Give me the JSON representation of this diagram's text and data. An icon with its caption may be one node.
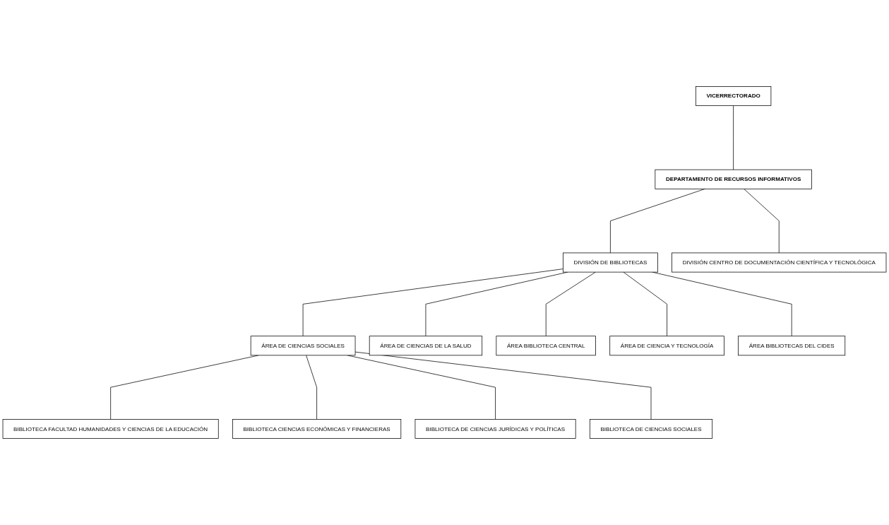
{
  "diagram": {
    "nodes": [
      {
        "text": [
          "VICERRECTORADO"
        ]
      },
      {
        "text": [
          "DEPARTAMENTO DE RECURSOS INFORMATIVOS"
        ]
      },
      {
        "text": [
          "DIVISIÓN DE BIBLIOTECAS"
        ]
      },
      {
        "text": [
          "DIVISIÓN CENTRO DE DOCUMENTACIÓN CIENTÍFICA Y TECNOLÓGICA"
        ]
      },
      {
        "text": [
          "ÁREA DE CIENCIAS SOCIALES"
        ]
      },
      {
        "text": [
          "ÁREA DE CIENCIAS DE LA SALUD"
        ]
      },
      {
        "text": [
          "ÁREA BIBLIOTECA CENTRAL"
        ]
      },
      {
        "text": [
          "ÁREA DE CIENCIA Y TECNOLOGÍA"
        ]
      },
      {
        "text": [
          "ÁREA BIBLIOTECAS DEL CIDES"
        ]
      },
      {
        "text": [
          "BIBLIOTECA FACULTAD HUMANIDADES Y CIENCIAS DE LA EDUCACIÓN"
        ]
      },
      {
        "text": [
          "BIBLIOTECA CIENCIAS ECONÓMICAS Y FINANCIERAS"
        ]
      },
      {
        "text": [
          "BIBLIOTECA DE CIENCIAS JURÍDICAS Y POLÍTICAS"
        ]
      },
      {
        "text": [
          "BIBLIOTECA DE CIENCIAS SOCIALES"
        ]
      }
    ],
    "edges": [
      {
        "from": 0,
        "to": 1,
        "arrow": "none"
      },
      {
        "from": 1,
        "to": 2,
        "arrow": "none"
      },
      {
        "from": 1,
        "to": 3,
        "arrow": "none"
      },
      {
        "from": 2,
        "to": 4,
        "arrow": "none"
      },
      {
        "from": 2,
        "to": 5,
        "arrow": "none"
      },
      {
        "from": 2,
        "to": 6,
        "arrow": "none"
      },
      {
        "from": 2,
        "to": 7,
        "arrow": "none"
      },
      {
        "from": 2,
        "to": 8,
        "arrow": "none"
      },
      {
        "from": 4,
        "to": 9,
        "arrow": "none"
      },
      {
        "from": 4,
        "to": 10,
        "arrow": "none"
      },
      {
        "from": 4,
        "to": 11,
        "arrow": "none"
      },
      {
        "from": 4,
        "to": 12,
        "arrow": "none"
      }
    ]
  }
}
